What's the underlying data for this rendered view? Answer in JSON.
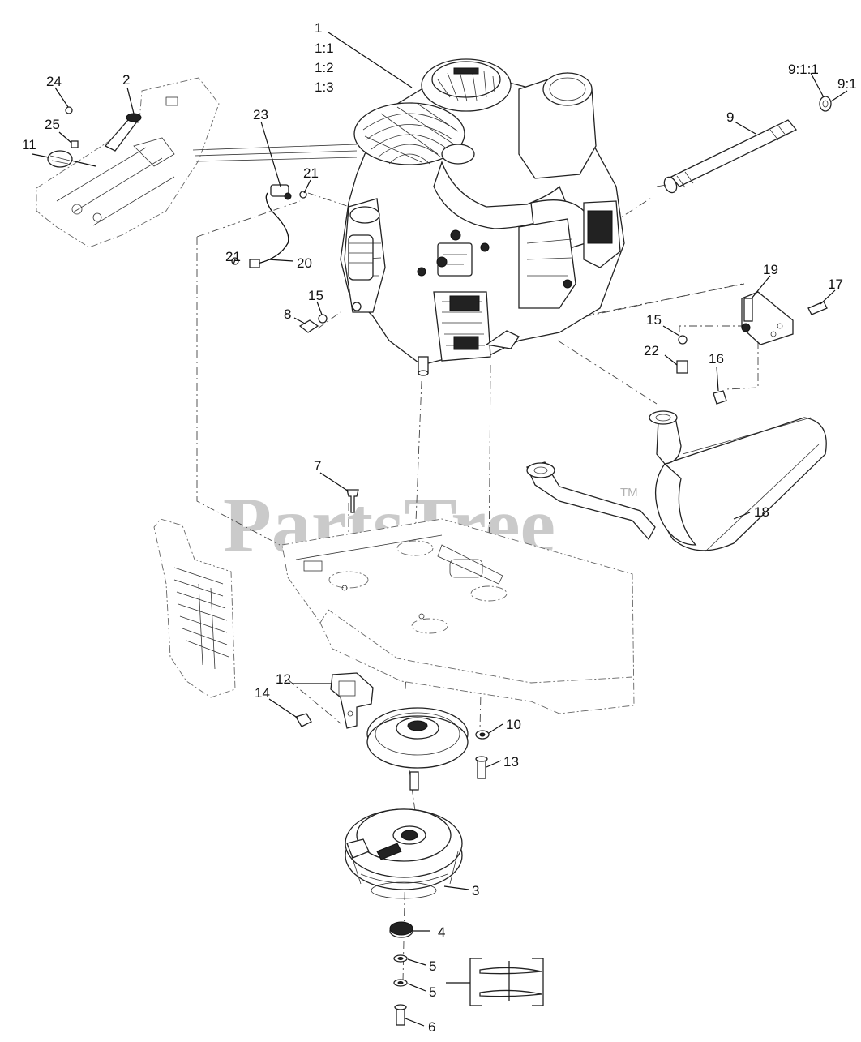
{
  "watermark": {
    "text": "PartsTree",
    "tm": "TM"
  },
  "callouts": [
    {
      "id": "c1",
      "text": "1"
    },
    {
      "id": "c1_1",
      "text": "1:1"
    },
    {
      "id": "c1_2",
      "text": "1:2"
    },
    {
      "id": "c1_3",
      "text": "1:3"
    },
    {
      "id": "c2",
      "text": "2"
    },
    {
      "id": "c24",
      "text": "24"
    },
    {
      "id": "c25",
      "text": "25"
    },
    {
      "id": "c11",
      "text": "11"
    },
    {
      "id": "c23",
      "text": "23"
    },
    {
      "id": "c21a",
      "text": "21"
    },
    {
      "id": "c21b",
      "text": "21"
    },
    {
      "id": "c20",
      "text": "20"
    },
    {
      "id": "c15a",
      "text": "15"
    },
    {
      "id": "c8",
      "text": "8"
    },
    {
      "id": "c9_1_1",
      "text": "9:1:1"
    },
    {
      "id": "c9_1",
      "text": "9:1"
    },
    {
      "id": "c9",
      "text": "9"
    },
    {
      "id": "c19",
      "text": "19"
    },
    {
      "id": "c17",
      "text": "17"
    },
    {
      "id": "c15b",
      "text": "15"
    },
    {
      "id": "c22",
      "text": "22"
    },
    {
      "id": "c16",
      "text": "16"
    },
    {
      "id": "c7",
      "text": "7"
    },
    {
      "id": "c18",
      "text": "18"
    },
    {
      "id": "c12",
      "text": "12"
    },
    {
      "id": "c14",
      "text": "14"
    },
    {
      "id": "c10",
      "text": "10"
    },
    {
      "id": "c13",
      "text": "13"
    },
    {
      "id": "c3",
      "text": "3"
    },
    {
      "id": "c4",
      "text": "4"
    },
    {
      "id": "c5a",
      "text": "5"
    },
    {
      "id": "c5b",
      "text": "5"
    },
    {
      "id": "c6",
      "text": "6"
    }
  ]
}
